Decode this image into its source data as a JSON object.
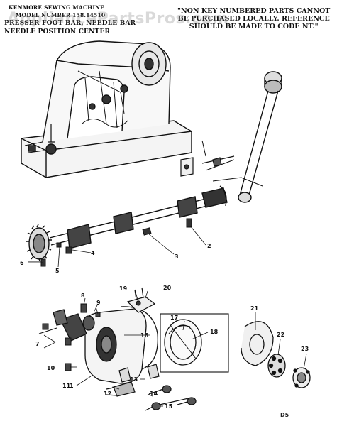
{
  "header": {
    "brand_line": "KENMORE SEWING MACHINE",
    "model_line": "MODEL NUMBER 158.14510",
    "section_line1": "PRESSER FOOT BAR, NEEDLE BAR",
    "section_line2": "NEEDLE POSITION CENTER"
  },
  "note": {
    "line1": "\"NON KEY NUMBERED PARTS CANNOT",
    "line2": "BE PURCHASED LOCALLY. REFERENCE",
    "line3": "SHOULD BE MADE TO CODE NT.\""
  },
  "watermark": "AppliancePartsPros.com",
  "page_code": "D5",
  "callouts": [
    "1",
    "2",
    "3",
    "4",
    "5",
    "6",
    "7",
    "8",
    "9",
    "10",
    "11",
    "12",
    "13",
    "14",
    "15",
    "16",
    "17",
    "18",
    "19",
    "20",
    "21",
    "22",
    "23"
  ],
  "colors": {
    "ink": "#111111",
    "paper": "#ffffff"
  }
}
